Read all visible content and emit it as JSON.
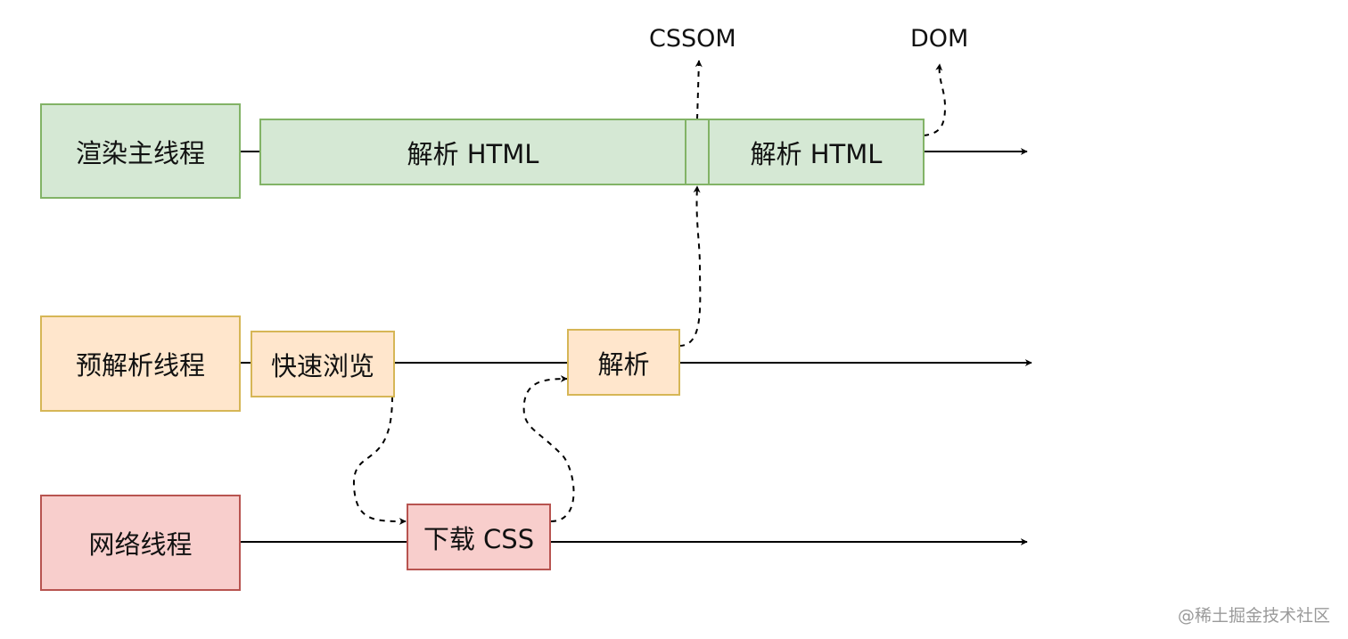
{
  "threads": {
    "render": "渲染主线程",
    "preparse": "预解析线程",
    "network": "网络线程"
  },
  "tasks": {
    "parse_html_1": "解析 HTML",
    "parse_html_2": "解析 HTML",
    "quick_scan": "快速浏览",
    "parse": "解析",
    "download_css": "下载 CSS"
  },
  "outputs": {
    "cssom": "CSSOM",
    "dom": "DOM"
  },
  "watermark": "@稀土掘金技术社区",
  "colors": {
    "green_fill": "#d5e8d4",
    "green_stroke": "#82b366",
    "orange_fill": "#ffe6cc",
    "orange_stroke": "#d6b656",
    "red_fill": "#f8cecc",
    "red_stroke": "#b85450"
  }
}
